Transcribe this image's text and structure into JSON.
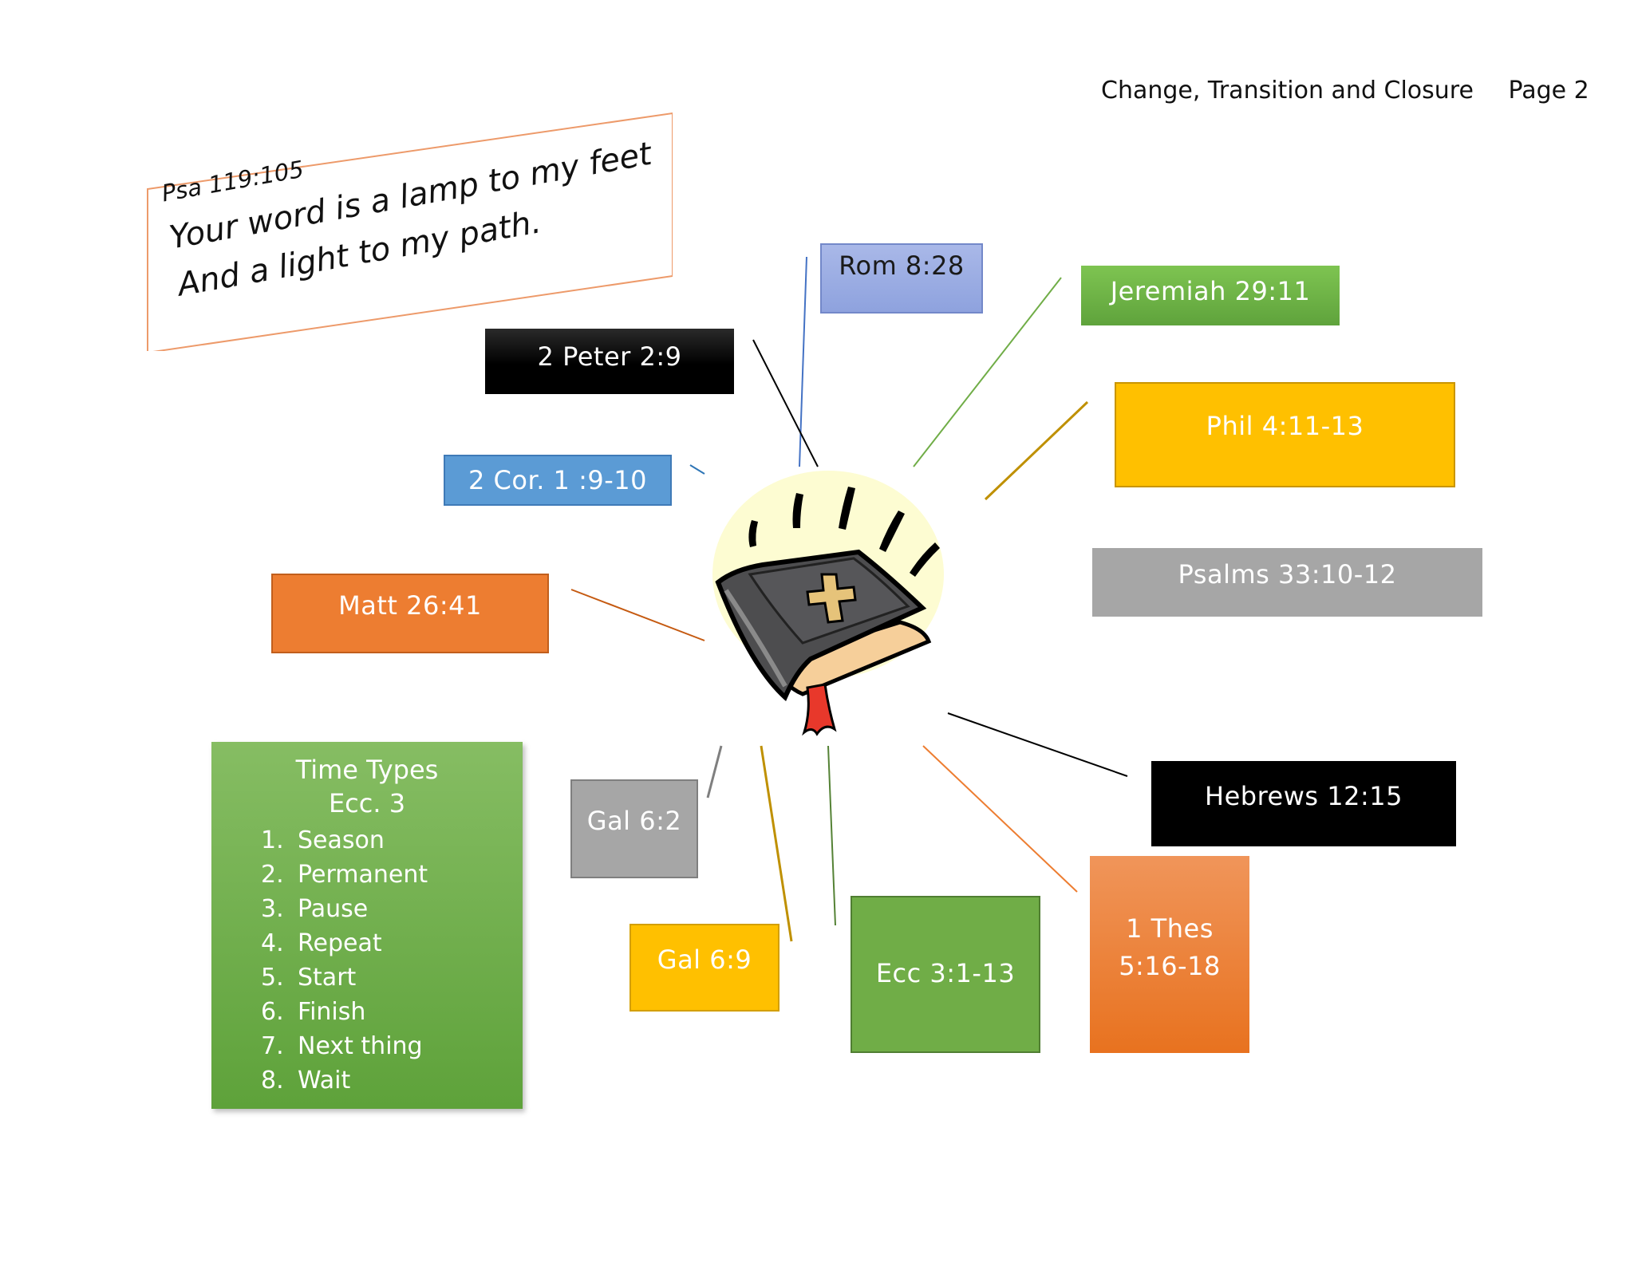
{
  "header": {
    "title": "Change, Transition and Closure",
    "page": "Page 2"
  },
  "verse": {
    "reference": "Psa 119:105",
    "text": "Your word is a lamp to my feet And a light to my path."
  },
  "references": {
    "rom": "Rom 8:28",
    "jeremiah": "Jeremiah 29:11",
    "peter": "2 Peter 2:9",
    "phil": "Phil 4:11-13",
    "cor": "2 Cor. 1 :9-10",
    "psalms": "Psalms 33:10-12",
    "matt": "Matt 26:41",
    "hebrews": "Hebrews 12:15",
    "gal62": "Gal 6:2",
    "gal69": "Gal 6:9",
    "ecc": "Ecc 3:1-13",
    "thes_line1": "1 Thes",
    "thes_line2": "5:16-18"
  },
  "time_types": {
    "title": "Time Types",
    "subtitle": "Ecc. 3",
    "items": [
      {
        "num": "1.",
        "label": "Season"
      },
      {
        "num": "2.",
        "label": "Permanent"
      },
      {
        "num": "3.",
        "label": "Pause"
      },
      {
        "num": "4.",
        "label": "Repeat"
      },
      {
        "num": "5.",
        "label": "Start"
      },
      {
        "num": "6.",
        "label": "Finish"
      },
      {
        "num": "7.",
        "label": "Next thing"
      },
      {
        "num": "8.",
        "label": "Wait"
      }
    ]
  },
  "colors": {
    "orange": "#ed7d31",
    "blue": "#5b9bd5",
    "green": "#70ad47",
    "gold": "#ffc000",
    "gray": "#a5a5a5",
    "black": "#000000",
    "periwinkle": "#8faadc"
  },
  "icons": {
    "center": "bible-icon"
  }
}
